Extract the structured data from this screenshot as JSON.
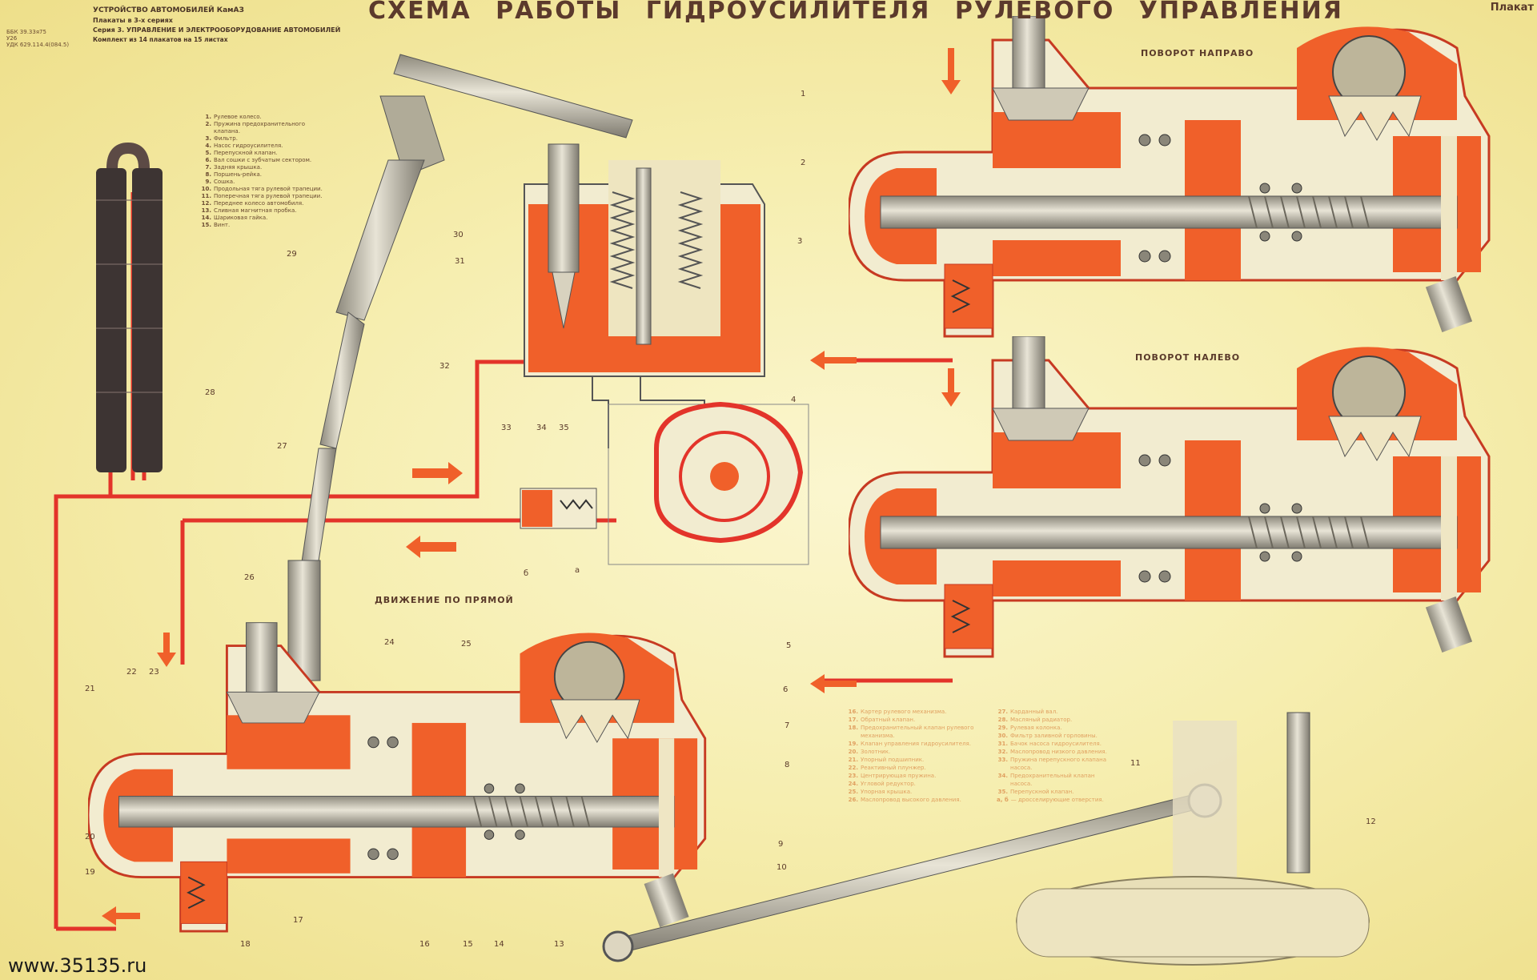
{
  "title": "СХЕМА РАБОТЫ ГИДРОУСИЛИТЕЛЯ РУЛЕВОГО УПРАВЛЕНИЯ",
  "corner_label": "Плакат",
  "header": {
    "codes": [
      "ББК 39.33я75",
      "У26",
      "УДК 629.114.4(084.5)"
    ],
    "line1": "УСТРОЙСТВО АВТОМОБИЛЕЙ КамАЗ",
    "line2": "Плакаты в 3-х сериях",
    "line3": "Серия 3. УПРАВЛЕНИЕ И ЭЛЕКТРООБОРУДОВАНИЕ АВТОМОБИЛЕЙ",
    "line4": "Комплект из 14 плакатов на 15 листах"
  },
  "section_labels": {
    "right_turn": "ПОВОРОТ НАПРАВО",
    "left_turn": "ПОВОРОТ НАЛЕВО",
    "straight": "ДВИЖЕНИЕ ПО ПРЯМОЙ"
  },
  "legend_1": [
    {
      "n": "1.",
      "t": "Рулевое колесо."
    },
    {
      "n": "2.",
      "t": "Пружина предохранительного клапана."
    },
    {
      "n": "3.",
      "t": "Фильтр."
    },
    {
      "n": "4.",
      "t": "Насос гидроусилителя."
    },
    {
      "n": "5.",
      "t": "Перепускной клапан."
    },
    {
      "n": "6.",
      "t": "Вал сошки с зубчатым сектором."
    },
    {
      "n": "7.",
      "t": "Задняя крышка."
    },
    {
      "n": "8.",
      "t": "Поршень-рейка."
    },
    {
      "n": "9.",
      "t": "Сошка."
    },
    {
      "n": "10.",
      "t": "Продольная тяга рулевой трапеции."
    },
    {
      "n": "11.",
      "t": "Поперечная тяга рулевой трапеции."
    },
    {
      "n": "12.",
      "t": "Переднее колесо автомобиля."
    },
    {
      "n": "13.",
      "t": "Сливная магнитная пробка."
    },
    {
      "n": "14.",
      "t": "Шариковая гайка."
    },
    {
      "n": "15.",
      "t": "Винт."
    }
  ],
  "legend_2": [
    {
      "n": "16.",
      "t": "Картер рулевого механизма."
    },
    {
      "n": "17.",
      "t": "Обратный клапан."
    },
    {
      "n": "18.",
      "t": "Предохранительный клапан рулевого механизма."
    },
    {
      "n": "19.",
      "t": "Клапан управления гидроусилителя."
    },
    {
      "n": "20.",
      "t": "Золотник."
    },
    {
      "n": "21.",
      "t": "Упорный подшипник."
    },
    {
      "n": "22.",
      "t": "Реактивный плунжер."
    },
    {
      "n": "23.",
      "t": "Центрирующая пружина."
    },
    {
      "n": "24.",
      "t": "Угловой редуктор."
    },
    {
      "n": "25.",
      "t": "Упорная крышка."
    },
    {
      "n": "26.",
      "t": "Маслопровод высокого давления."
    }
  ],
  "legend_3": [
    {
      "n": "27.",
      "t": "Карданный вал."
    },
    {
      "n": "28.",
      "t": "Масляный радиатор."
    },
    {
      "n": "29.",
      "t": "Рулевая колонка."
    },
    {
      "n": "30.",
      "t": "Фильтр заливной горловины."
    },
    {
      "n": "31.",
      "t": "Бачок насоса гидроусилителя."
    },
    {
      "n": "32.",
      "t": "Маслопровод низкого давления."
    },
    {
      "n": "33.",
      "t": "Пружина перепускного клапана насоса."
    },
    {
      "n": "34.",
      "t": "Предохранительный клапан насоса."
    },
    {
      "n": "35.",
      "t": "Перепускной клапан."
    },
    {
      "n": "а, б",
      "t": "— дросселирующие отверстия."
    }
  ],
  "callouts": [
    "1",
    "2",
    "3",
    "4",
    "5",
    "6",
    "7",
    "8",
    "9",
    "10",
    "11",
    "12",
    "13",
    "14",
    "15",
    "16",
    "17",
    "18",
    "19",
    "20",
    "21",
    "22",
    "23",
    "24",
    "25",
    "26",
    "27",
    "28",
    "29",
    "30",
    "31",
    "32",
    "33",
    "34",
    "35",
    "б",
    "а"
  ],
  "watermark": "www.35135.ru",
  "colors": {
    "oil_high": "#f0602a",
    "oil_line": "#e3342a",
    "metal": "#b9b4a2",
    "background": "#f6eeb0"
  }
}
